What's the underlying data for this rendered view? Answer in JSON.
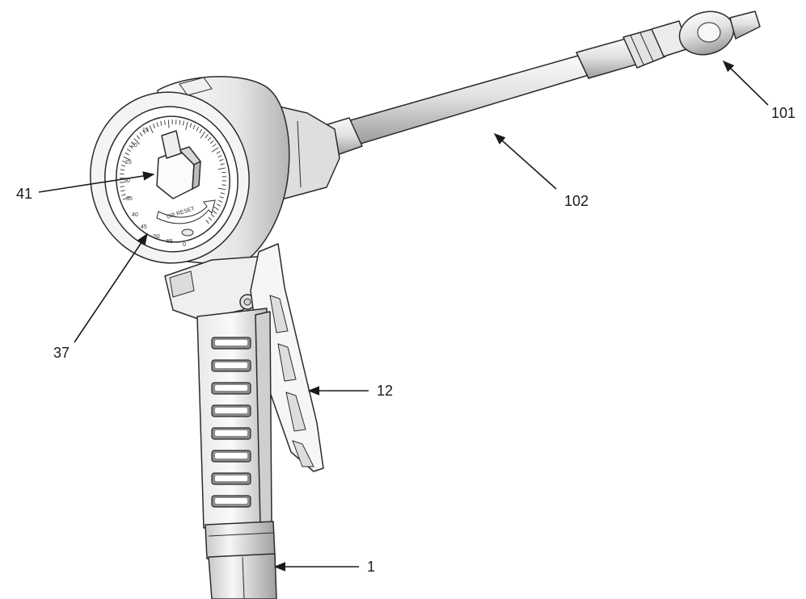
{
  "diagram": {
    "type": "exploded-parts-illustration",
    "callouts": [
      {
        "id": "callout-101",
        "label": "101"
      },
      {
        "id": "callout-102",
        "label": "102"
      },
      {
        "id": "callout-41",
        "label": "41"
      },
      {
        "id": "callout-37",
        "label": "37"
      },
      {
        "id": "callout-12",
        "label": "12"
      },
      {
        "id": "callout-1",
        "label": "1"
      }
    ],
    "dial": {
      "reset_label": "OR RESET",
      "scale_numbers": [
        "15",
        "20",
        "25",
        "30",
        "35",
        "40",
        "45",
        "50",
        "55",
        "0"
      ]
    }
  },
  "colors": {
    "line": "#2b2b2b",
    "body_light": "#f2f2f2",
    "body_mid": "#d9d9d9",
    "body_dark": "#a8a8a8",
    "grip_dark": "#8c8c8c"
  }
}
